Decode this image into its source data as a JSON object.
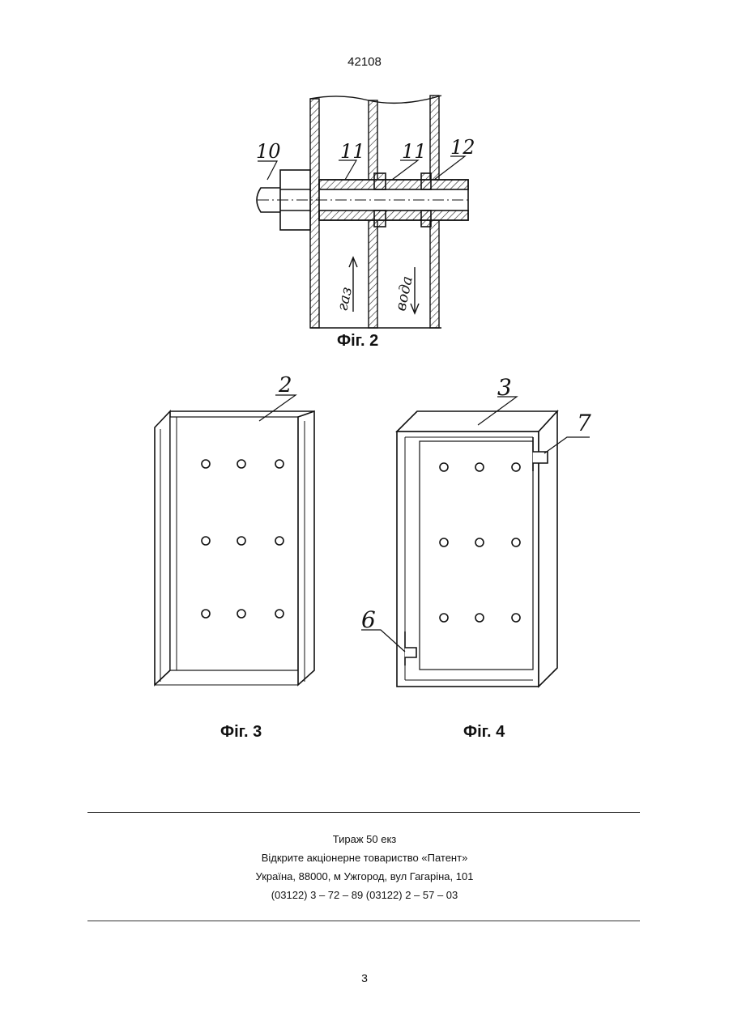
{
  "header": {
    "patent_number": "42108"
  },
  "figures": {
    "fig2": {
      "caption": "Фіг. 2",
      "callouts": [
        "10",
        "11",
        "11",
        "12"
      ],
      "flow_labels": {
        "gas": "газ",
        "water": "вода"
      }
    },
    "fig3": {
      "caption": "Фіг. 3",
      "callout": "2"
    },
    "fig4": {
      "caption": "Фіг. 4",
      "callouts": [
        "3",
        "7",
        "6"
      ]
    }
  },
  "footer": {
    "line1": "Тираж 50 екз",
    "line2": "Відкрите акціонерне товариство «Патент»",
    "line3": "Україна, 88000, м  Ужгород, вул  Гагаріна, 101",
    "line4": "(03122) 3 – 72 – 89   (03122) 2 – 57 – 03"
  },
  "page": {
    "number": "3"
  }
}
